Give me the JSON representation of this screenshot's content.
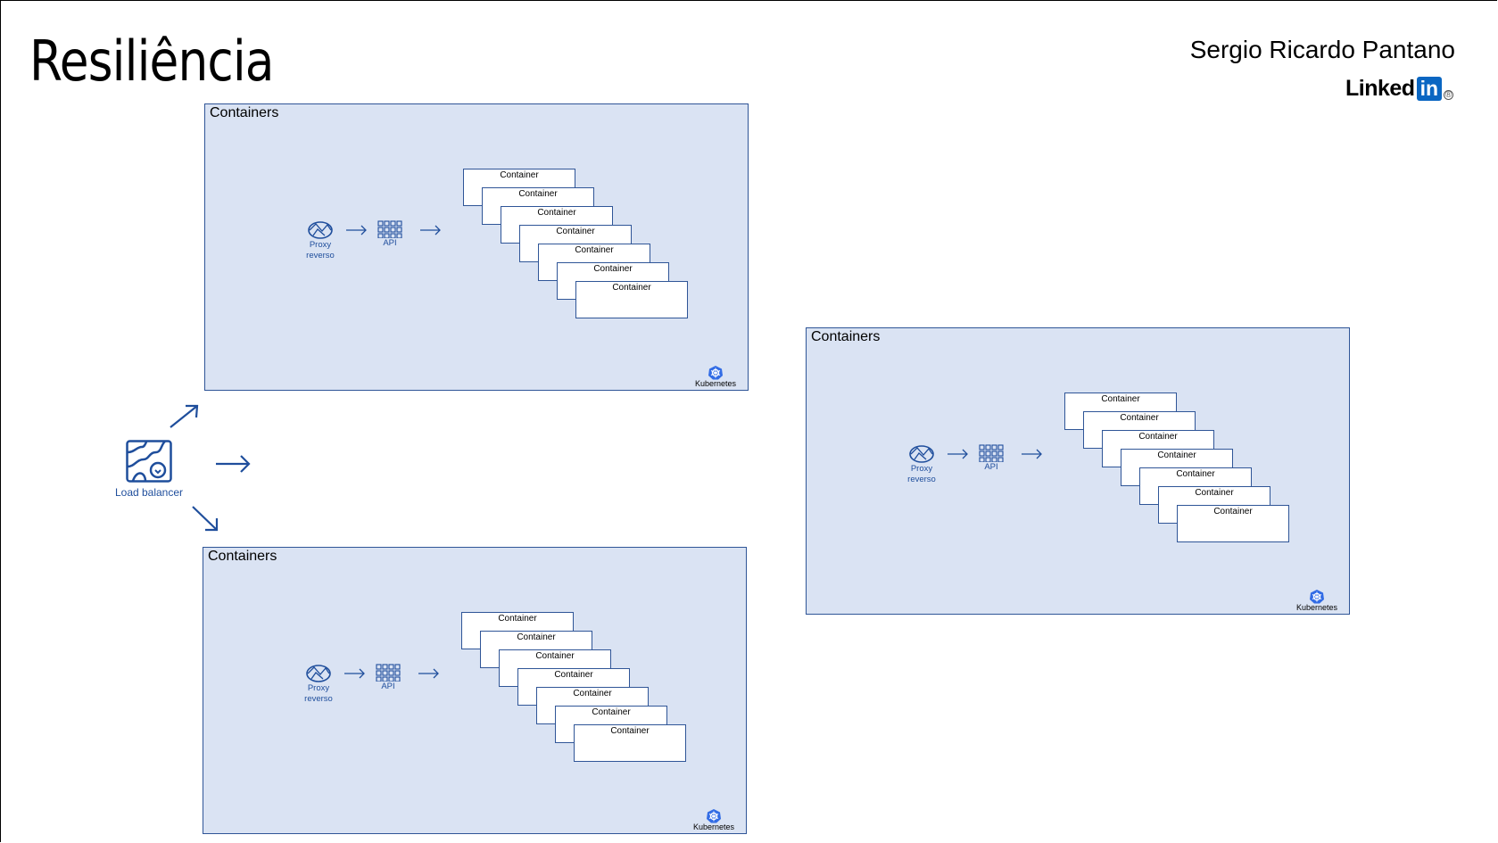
{
  "slide": {
    "title": "Resiliência",
    "author": "Sergio Ricardo Pantano",
    "brand": {
      "word": "Linked",
      "badge": "in",
      "color": "#0a66c2"
    }
  },
  "load_balancer": {
    "label": "Load balancer",
    "icon": "load-balancer-icon"
  },
  "clusters": [
    {
      "title": "Containers",
      "proxy_label": [
        "Proxy",
        "reverso"
      ],
      "api_label": "API",
      "containers": [
        "Container",
        "Container",
        "Container",
        "Container",
        "Container",
        "Container",
        "Container"
      ],
      "platform": "Kubernetes"
    },
    {
      "title": "Containers",
      "proxy_label": [
        "Proxy",
        "reverso"
      ],
      "api_label": "API",
      "containers": [
        "Container",
        "Container",
        "Container",
        "Container",
        "Container",
        "Container",
        "Container"
      ],
      "platform": "Kubernetes"
    },
    {
      "title": "Containers",
      "proxy_label": [
        "Proxy",
        "reverso"
      ],
      "api_label": "API",
      "containers": [
        "Container",
        "Container",
        "Container",
        "Container",
        "Container",
        "Container",
        "Container"
      ],
      "platform": "Kubernetes"
    }
  ],
  "colors": {
    "cluster_fill": "#dae3f3",
    "cluster_border": "#2f5597",
    "icon_blue": "#1f4e9c"
  }
}
